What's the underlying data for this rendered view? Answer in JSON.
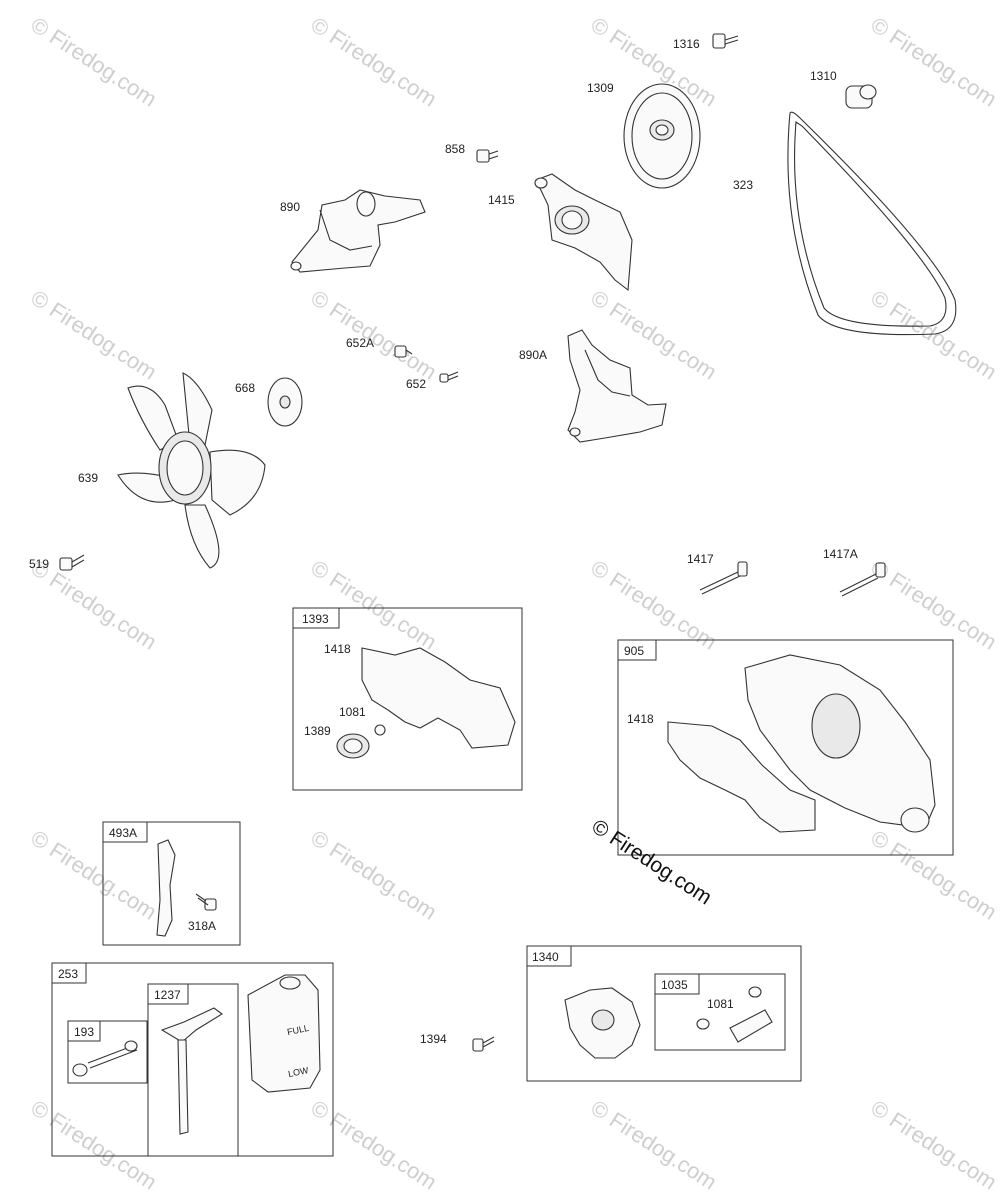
{
  "watermark": "© Firedog.com",
  "footer_text": "",
  "part_labels": {
    "p1316": "1316",
    "p1310": "1310",
    "p1309": "1309",
    "p858": "858",
    "p890": "890",
    "p1415": "1415",
    "p323": "323",
    "p652a": "652A",
    "p890a": "890A",
    "p668": "668",
    "p652": "652",
    "p639": "639",
    "p519": "519",
    "p1417": "1417",
    "p1417a": "1417A",
    "p1418a": "1418",
    "p1081a": "1081",
    "p1389": "1389",
    "p1418b": "1418",
    "p318a": "318A",
    "p1394": "1394",
    "p1081b": "1081"
  },
  "kit_labels": {
    "k1393": "1393",
    "k905": "905",
    "k493a": "493A",
    "k253": "253",
    "k1237": "1237",
    "k193": "193",
    "k1340": "1340",
    "k1035": "1035"
  },
  "tank_text": {
    "full": "FULL",
    "low": "LOW"
  }
}
